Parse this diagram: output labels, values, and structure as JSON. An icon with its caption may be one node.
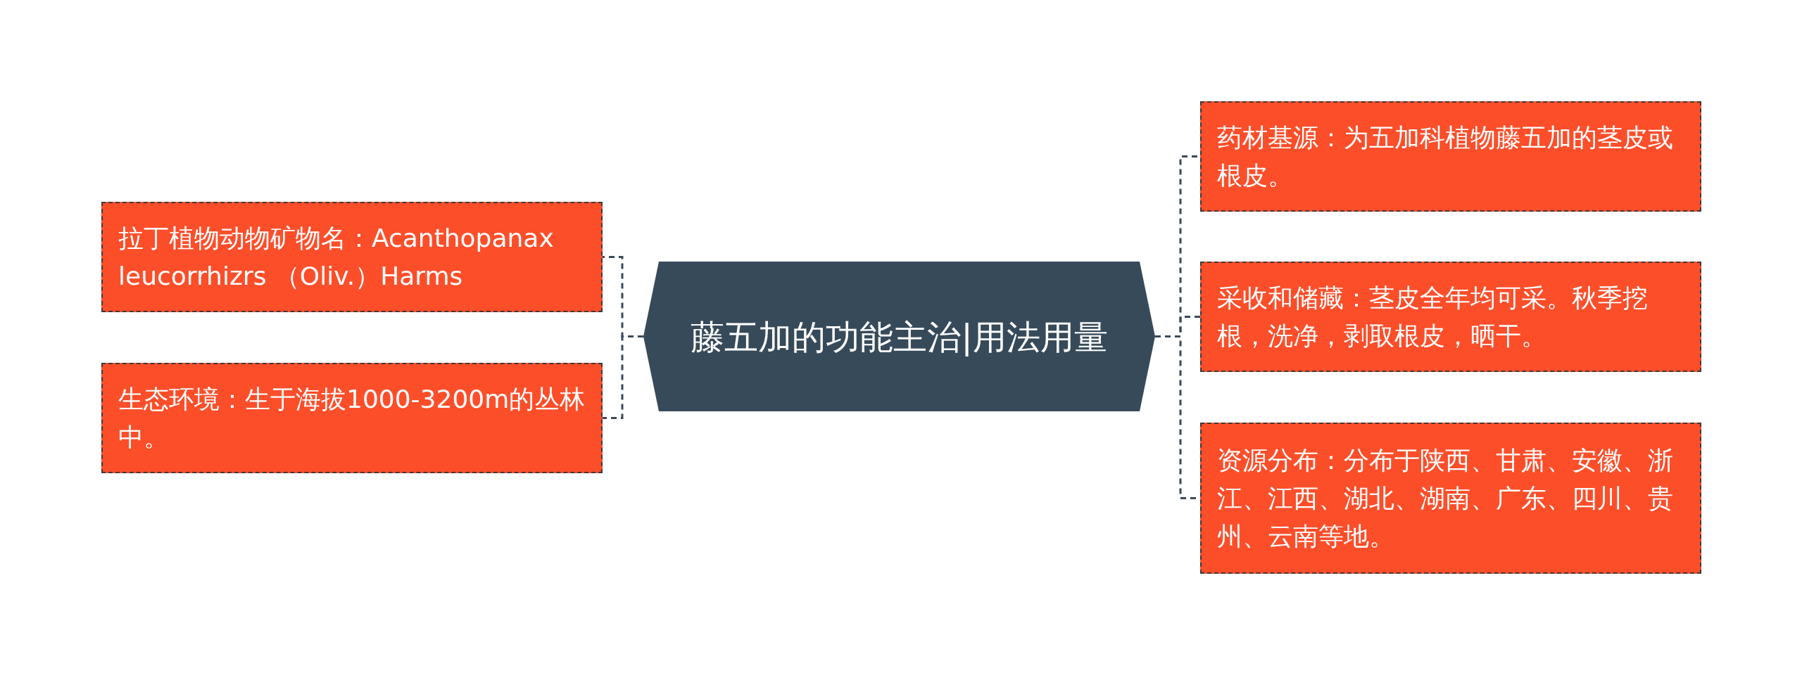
{
  "diagram": {
    "nodes": [
      {
        "text": [
          "藤五加的功能主治|用法用量"
        ]
      },
      {
        "text": [
          "拉丁植物动物矿物名：Acanthopanax leucorrhizrs （Oliv.）Harms"
        ]
      },
      {
        "text": [
          "生态环境：生于海拔1000-3200m的丛林中。"
        ]
      },
      {
        "text": [
          "药材基源：为五加科植物藤五加的茎皮或根皮。"
        ]
      },
      {
        "text": [
          "采收和储藏：茎皮全年均可采。秋季挖根，洗净，剥取根皮，晒干。"
        ]
      },
      {
        "text": [
          "资源分布：分布于陕西、甘肃、安徽、浙江、江西、湖北、湖南、广东、四川、贵州、云南等地。"
        ]
      }
    ],
    "edges": [
      {
        "from": 0,
        "to": 1,
        "arrow": "none"
      },
      {
        "from": 0,
        "to": 2,
        "arrow": "none"
      },
      {
        "from": 0,
        "to": 3,
        "arrow": "none"
      },
      {
        "from": 0,
        "to": 4,
        "arrow": "none"
      },
      {
        "from": 0,
        "to": 5,
        "arrow": "none"
      }
    ]
  }
}
